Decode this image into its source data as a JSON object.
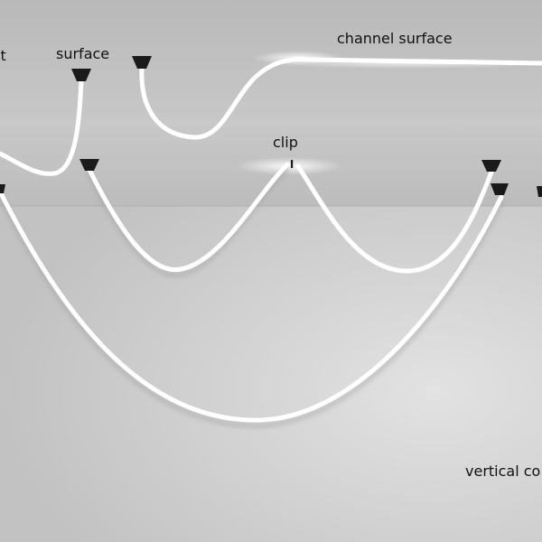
{
  "labels": {
    "exit": "it",
    "surface": "surface",
    "channel_surface": "channel surface",
    "clip": "clip",
    "vertical": "vertical co"
  },
  "colors": {
    "ceiling": "#c4c4c4",
    "wall": "#d2d2d2",
    "tube": "#ffffff",
    "mount": "#1a1a1a"
  }
}
